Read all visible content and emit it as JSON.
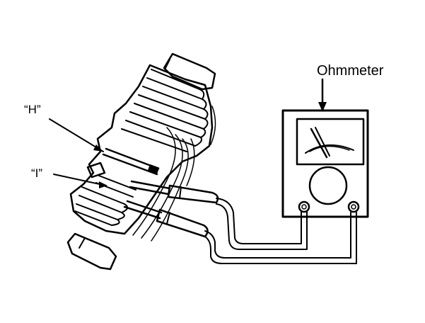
{
  "labels": {
    "meter": "Ohmmeter",
    "terminal_h": "“H”",
    "terminal_i": "“I”"
  },
  "colors": {
    "ink": "#000000",
    "paper": "#ffffff"
  },
  "icons": [
    "ohmmeter",
    "needle-gauge",
    "test-probe",
    "regulator-part",
    "pointer-arrow"
  ]
}
